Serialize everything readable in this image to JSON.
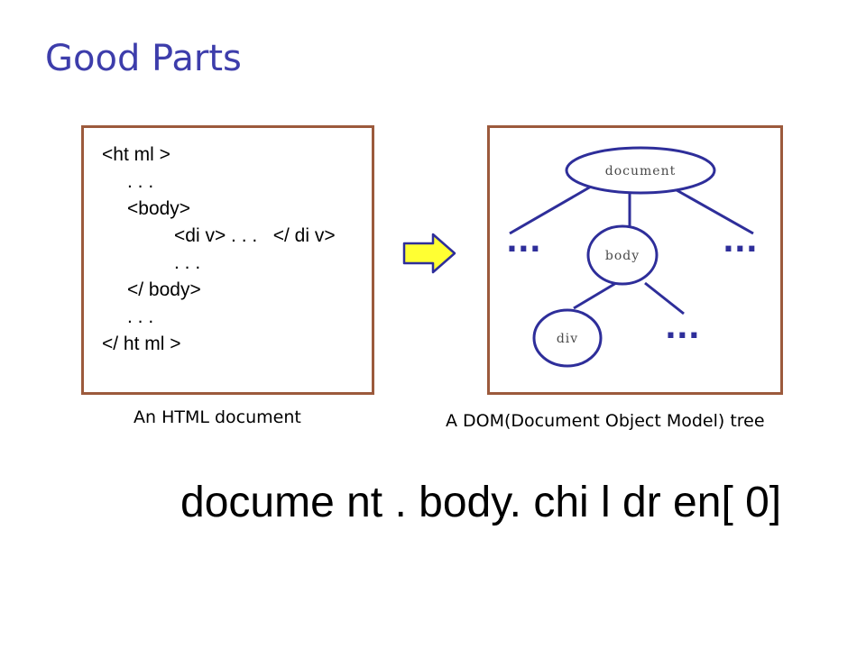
{
  "title": "Good Parts",
  "html_document": {
    "lines": [
      "<ht ml >",
      ". . .",
      "<body>",
      "<di v> . . .   </ di v>",
      ". . .",
      "</ body>",
      ". . .",
      "</ ht ml >"
    ],
    "caption": "An HTML document"
  },
  "dom_tree": {
    "nodes": {
      "root": "document",
      "child": "body",
      "grandchild": "div"
    },
    "ellipsis": "...",
    "caption": "A DOM(Document Object Model) tree"
  },
  "expression": "docume nt . body. chi l dr en[ 0]",
  "colors": {
    "title": "#3d3dab",
    "box_border": "#9c5a3c",
    "tree": "#2e2e9a",
    "arrow_fill": "#ffff33"
  }
}
